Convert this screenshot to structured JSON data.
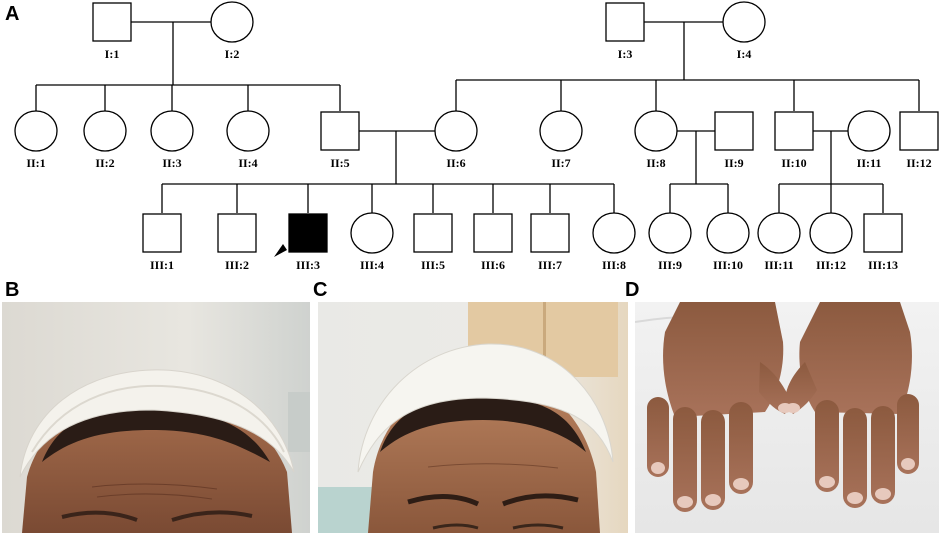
{
  "figure": {
    "panel_letters": {
      "a": "A",
      "b": "B",
      "c": "C",
      "d": "D"
    }
  },
  "pedigree": {
    "generation_I": [
      {
        "id": "I:1",
        "sex": "male",
        "affected": false
      },
      {
        "id": "I:2",
        "sex": "female",
        "affected": false
      },
      {
        "id": "I:3",
        "sex": "male",
        "affected": false
      },
      {
        "id": "I:4",
        "sex": "female",
        "affected": false
      }
    ],
    "generation_II": [
      {
        "id": "II:1",
        "sex": "female",
        "affected": false
      },
      {
        "id": "II:2",
        "sex": "female",
        "affected": false
      },
      {
        "id": "II:3",
        "sex": "female",
        "affected": false
      },
      {
        "id": "II:4",
        "sex": "female",
        "affected": false
      },
      {
        "id": "II:5",
        "sex": "male",
        "affected": false
      },
      {
        "id": "II:6",
        "sex": "female",
        "affected": false
      },
      {
        "id": "II:7",
        "sex": "female",
        "affected": false
      },
      {
        "id": "II:8",
        "sex": "female",
        "affected": false
      },
      {
        "id": "II:9",
        "sex": "male",
        "affected": false
      },
      {
        "id": "II:10",
        "sex": "male",
        "affected": false
      },
      {
        "id": "II:11",
        "sex": "female",
        "affected": false
      },
      {
        "id": "II:12",
        "sex": "male",
        "affected": false
      }
    ],
    "generation_III": [
      {
        "id": "III:1",
        "sex": "male",
        "affected": false
      },
      {
        "id": "III:2",
        "sex": "male",
        "affected": false
      },
      {
        "id": "III:3",
        "sex": "male",
        "affected": true,
        "proband": true
      },
      {
        "id": "III:4",
        "sex": "female",
        "affected": false
      },
      {
        "id": "III:5",
        "sex": "male",
        "affected": false
      },
      {
        "id": "III:6",
        "sex": "male",
        "affected": false
      },
      {
        "id": "III:7",
        "sex": "male",
        "affected": false
      },
      {
        "id": "III:8",
        "sex": "female",
        "affected": false
      },
      {
        "id": "III:9",
        "sex": "female",
        "affected": false
      },
      {
        "id": "III:10",
        "sex": "female",
        "affected": false
      },
      {
        "id": "III:11",
        "sex": "female",
        "affected": false
      },
      {
        "id": "III:12",
        "sex": "female",
        "affected": false
      },
      {
        "id": "III:13",
        "sex": "male",
        "affected": false
      }
    ],
    "colors": {
      "line": "#000000",
      "affected_fill": "#000000",
      "unaffected_fill": "#ffffff"
    }
  },
  "photos": {
    "B": {
      "subject": "forehead-frontal-view"
    },
    "C": {
      "subject": "forehead-frontal-view-2"
    },
    "D": {
      "subject": "dorsal-hands"
    }
  }
}
